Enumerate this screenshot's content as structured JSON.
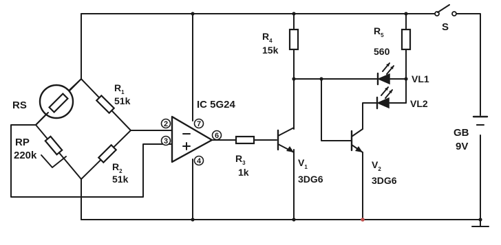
{
  "components": {
    "rs": {
      "label": "RS"
    },
    "rp": {
      "label": "RP",
      "value": "220k"
    },
    "r1": {
      "name": "R",
      "sub": "1",
      "value": "51k"
    },
    "r2": {
      "name": "R",
      "sub": "2",
      "value": "51k"
    },
    "r3": {
      "name": "R",
      "sub": "3",
      "value": "1k"
    },
    "r4": {
      "name": "R",
      "sub": "4",
      "value": "15k"
    },
    "r5": {
      "name": "R",
      "sub": "5",
      "value": "560"
    },
    "ic": {
      "label": "IC  5G24",
      "pins": {
        "p2": "2",
        "p3": "3",
        "p4": "4",
        "p6": "6",
        "p7": "7"
      },
      "minus": "−",
      "plus": "+"
    },
    "v1": {
      "name": "V",
      "sub": "1",
      "model": "3DG6"
    },
    "v2": {
      "name": "V",
      "sub": "2",
      "model": "3DG6"
    },
    "vl1": {
      "label": "VL1"
    },
    "vl2": {
      "label": "VL2"
    },
    "switch": {
      "label": "S"
    },
    "battery": {
      "label": "GB",
      "value": "9V"
    }
  }
}
